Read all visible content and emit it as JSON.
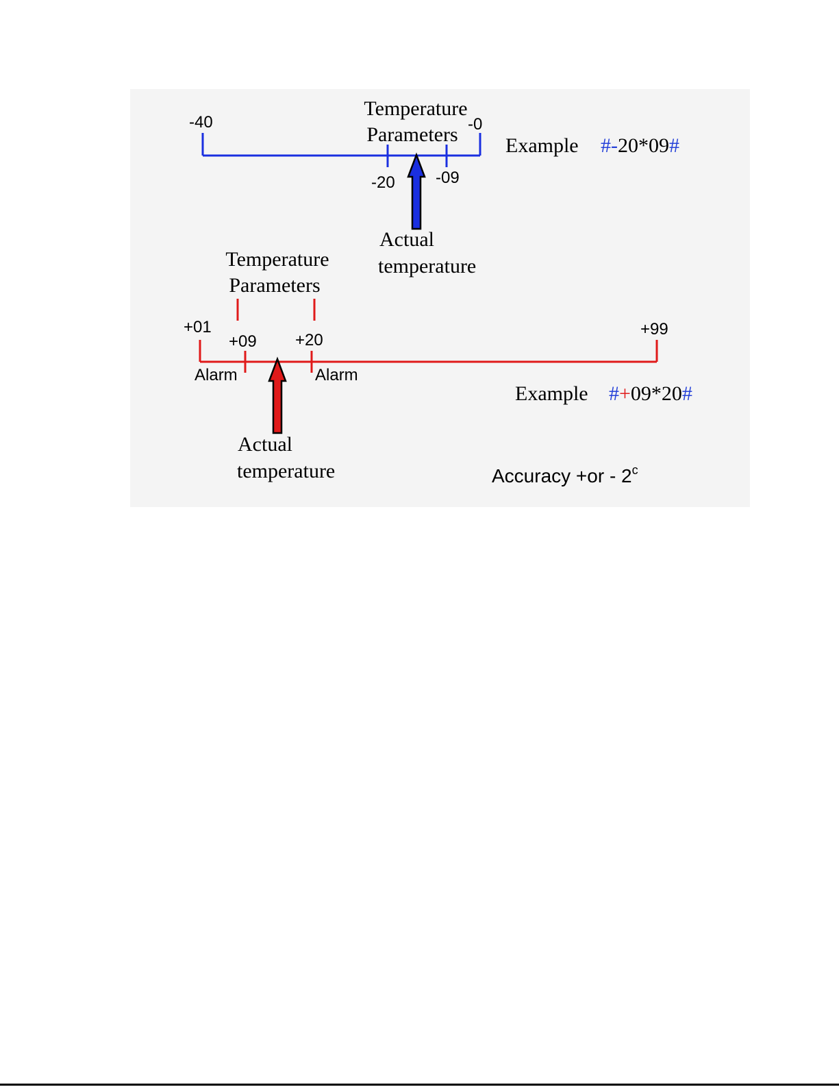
{
  "colors": {
    "page_background": "#ffffff",
    "panel_background": "#f4f4f4",
    "negative_scale": "#1a2fe0",
    "positive_scale": "#e01a1a",
    "text": "#000000",
    "example_code_blue": "#2440d8",
    "example_code_red": "#e01a1a",
    "arrow_outline": "#000000"
  },
  "negative_scale": {
    "min_label": "-40",
    "max_label": "-0",
    "low_set_label": "-20",
    "high_set_label": "-09",
    "parameters_line1": "Temperature",
    "parameters_line2": "Parameters",
    "actual_line1": "Actual",
    "actual_line2": "temperature",
    "example_label": "Example",
    "example_code": {
      "hash_open": "#",
      "sign": "-",
      "body": "20*09",
      "hash_close": "#"
    }
  },
  "positive_scale": {
    "min_label": "+01",
    "max_label": "+99",
    "low_set_label": "+09",
    "high_set_label": "+20",
    "parameters_line1": "Temperature",
    "parameters_line2": "Parameters",
    "alarm_low": "Alarm",
    "alarm_high": "Alarm",
    "actual_line1": "Actual",
    "actual_line2": "temperature",
    "example_label": "Example",
    "example_code": {
      "hash_open": "#",
      "sign": "+",
      "body": "09*20",
      "hash_close": "#"
    }
  },
  "accuracy": {
    "text": "Accuracy +or - 2",
    "unit_superscript": "c"
  }
}
